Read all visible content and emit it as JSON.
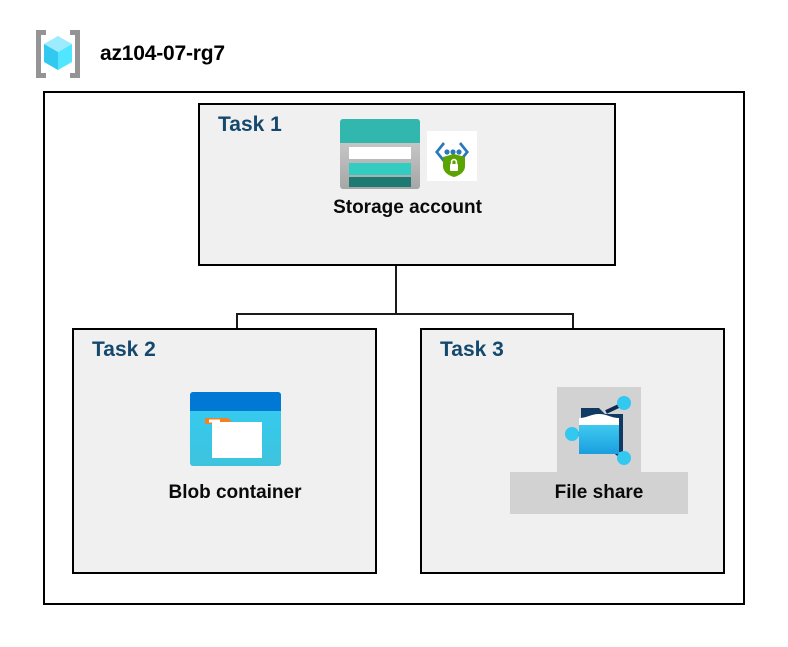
{
  "diagram": {
    "resource_group": {
      "name": "az104-07-rg7",
      "icon": "resource-group-cube-icon"
    },
    "tasks": [
      {
        "id": "task-1",
        "label": "Task 1",
        "node_caption": "Storage account",
        "icons": [
          "storage-account-icon",
          "secure-endpoint-shield-icon"
        ]
      },
      {
        "id": "task-2",
        "label": "Task 2",
        "node_caption": "Blob container",
        "icons": [
          "blob-container-icon"
        ]
      },
      {
        "id": "task-3",
        "label": "Task 3",
        "node_caption": "File share",
        "icons": [
          "file-share-icon"
        ]
      }
    ],
    "colors": {
      "task_label": "#14486d",
      "task_box_fill": "#f0f0f0",
      "outer_box_fill": "#ffffff",
      "border": "#000000",
      "highlight_fill": "#d2d2d2",
      "storage_teal": "#32b7ae",
      "storage_dark_teal": "#1d7a72",
      "blob_blue": "#0078d4",
      "blob_cyan": "#32c8f0",
      "blob_orange": "#f08223",
      "cube_cyan": "#50e6ff",
      "shield_green": "#5ba300",
      "bracket_gray": "#949494"
    }
  }
}
